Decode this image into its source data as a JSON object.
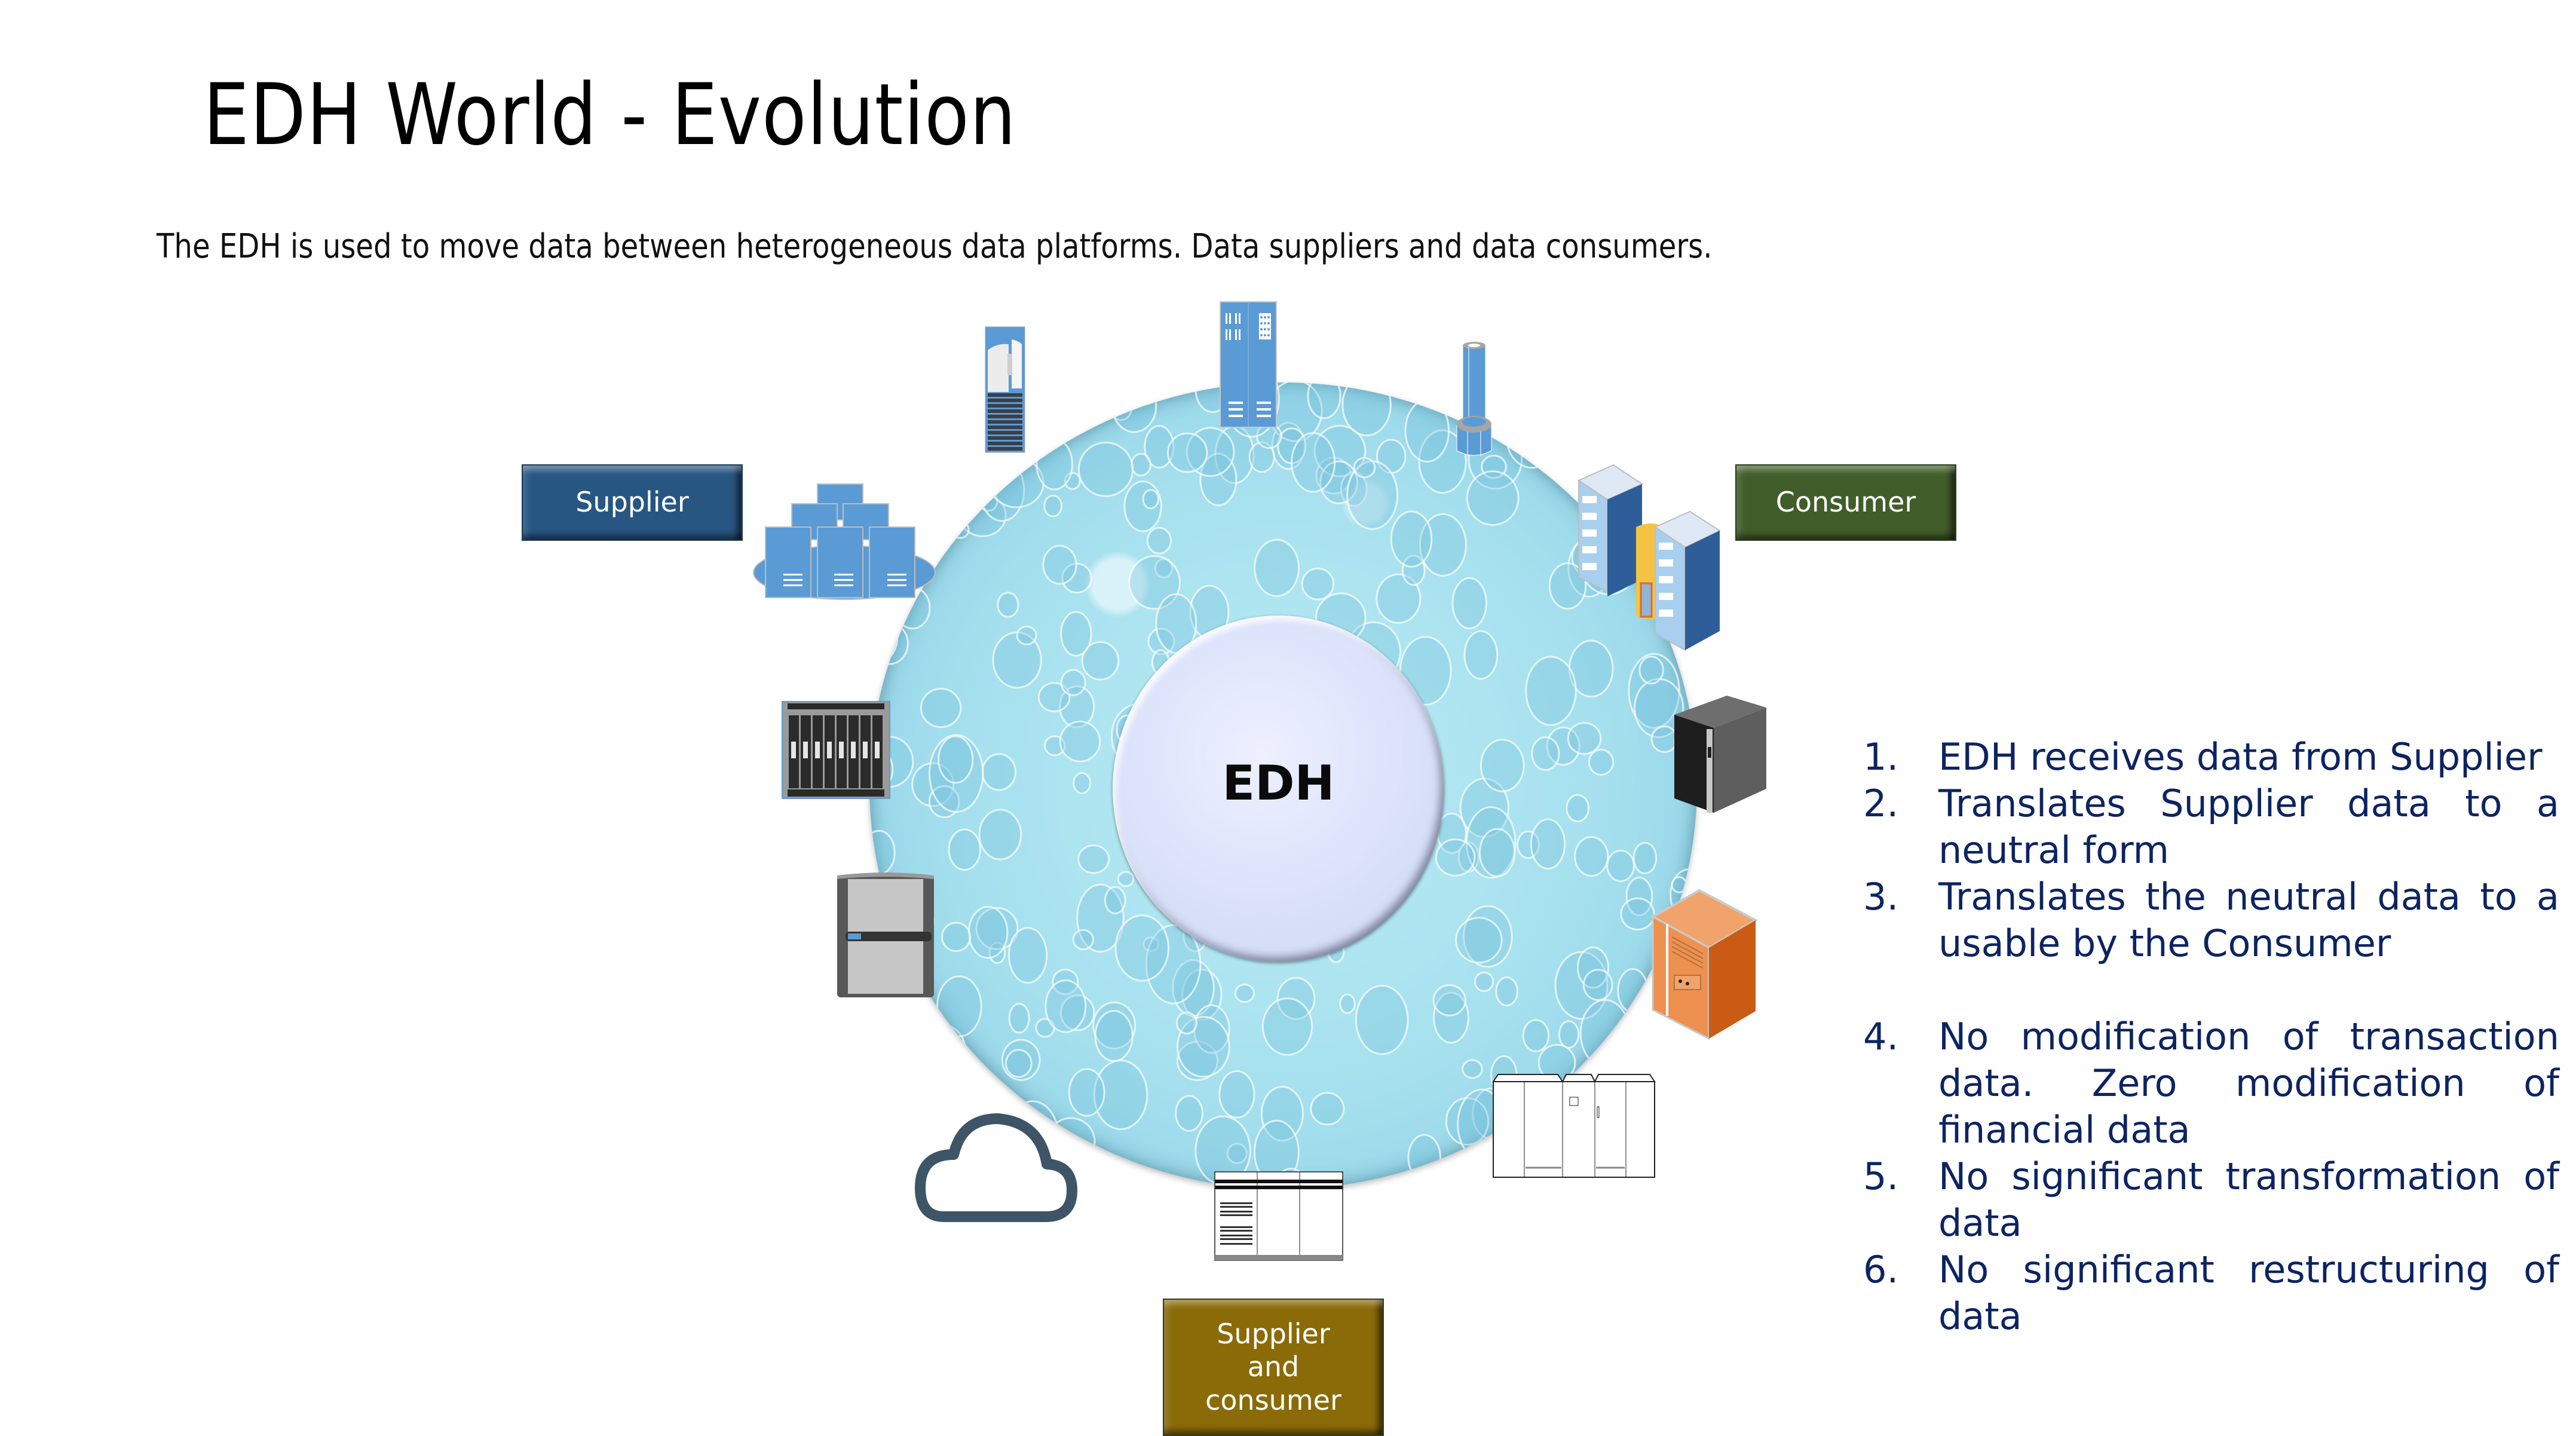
{
  "slide": {
    "title": "EDH World - Evolution",
    "subtitle": "The EDH is used to move data between heterogeneous data platforms. Data suppliers and data consumers."
  },
  "diagram": {
    "hub_label": "EDH",
    "roles": {
      "supplier": {
        "label": "Supplier",
        "color": "#285683"
      },
      "consumer": {
        "label": "Consumer",
        "color": "#415e2a"
      },
      "supplier_and_consumer": {
        "label": "Supplier and consumer",
        "color": "#8a6b08"
      }
    },
    "platform_icons": [
      "server-cluster-icon",
      "rack-storage-icon",
      "mainframe-cabinet-icon",
      "database-cylinder-icon",
      "datacenter-buildings-icon",
      "tower-server-icon",
      "orange-server-icon",
      "large-cabinet-icon",
      "tape-library-icon",
      "cloud-icon",
      "storage-array-icon",
      "blade-enclosure-icon"
    ]
  },
  "principles": {
    "items": [
      {
        "num": "1.",
        "text": "EDH receives data from Supplier"
      },
      {
        "num": "2.",
        "text": "Translates Supplier data to a neutral form"
      },
      {
        "num": "3.",
        "text": "Translates the neutral data to a usable by the Consumer"
      },
      {
        "num": "4.",
        "text": "No modification of transaction data. Zero modification of financial data"
      },
      {
        "num": "5.",
        "text": "No significant transformation of data"
      },
      {
        "num": "6.",
        "text": "No significant restructuring of data"
      }
    ],
    "color": "#0d2461"
  }
}
